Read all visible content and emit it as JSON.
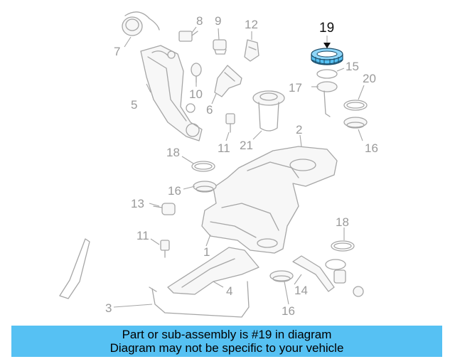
{
  "diagram": {
    "highlight_color": "#56c1f3",
    "callouts": [
      {
        "id": "19",
        "label": "19",
        "highlighted": true
      },
      {
        "id": "1",
        "label": "1"
      },
      {
        "id": "2",
        "label": "2"
      },
      {
        "id": "3",
        "label": "3"
      },
      {
        "id": "4",
        "label": "4"
      },
      {
        "id": "5",
        "label": "5"
      },
      {
        "id": "6",
        "label": "6"
      },
      {
        "id": "7",
        "label": "7"
      },
      {
        "id": "8",
        "label": "8"
      },
      {
        "id": "9",
        "label": "9"
      },
      {
        "id": "10",
        "label": "10"
      },
      {
        "id": "11a",
        "label": "11"
      },
      {
        "id": "11b",
        "label": "11"
      },
      {
        "id": "12",
        "label": "12"
      },
      {
        "id": "13",
        "label": "13"
      },
      {
        "id": "14",
        "label": "14"
      },
      {
        "id": "15",
        "label": "15"
      },
      {
        "id": "16a",
        "label": "16"
      },
      {
        "id": "16b",
        "label": "16"
      },
      {
        "id": "16c",
        "label": "16"
      },
      {
        "id": "17",
        "label": "17"
      },
      {
        "id": "18a",
        "label": "18"
      },
      {
        "id": "18b",
        "label": "18"
      },
      {
        "id": "20",
        "label": "20"
      },
      {
        "id": "21",
        "label": "21"
      }
    ]
  },
  "banner": {
    "line1": "Part or sub-assembly is #19 in diagram",
    "line2": "Diagram may not be specific to your vehicle",
    "color": "#56c1f3"
  }
}
